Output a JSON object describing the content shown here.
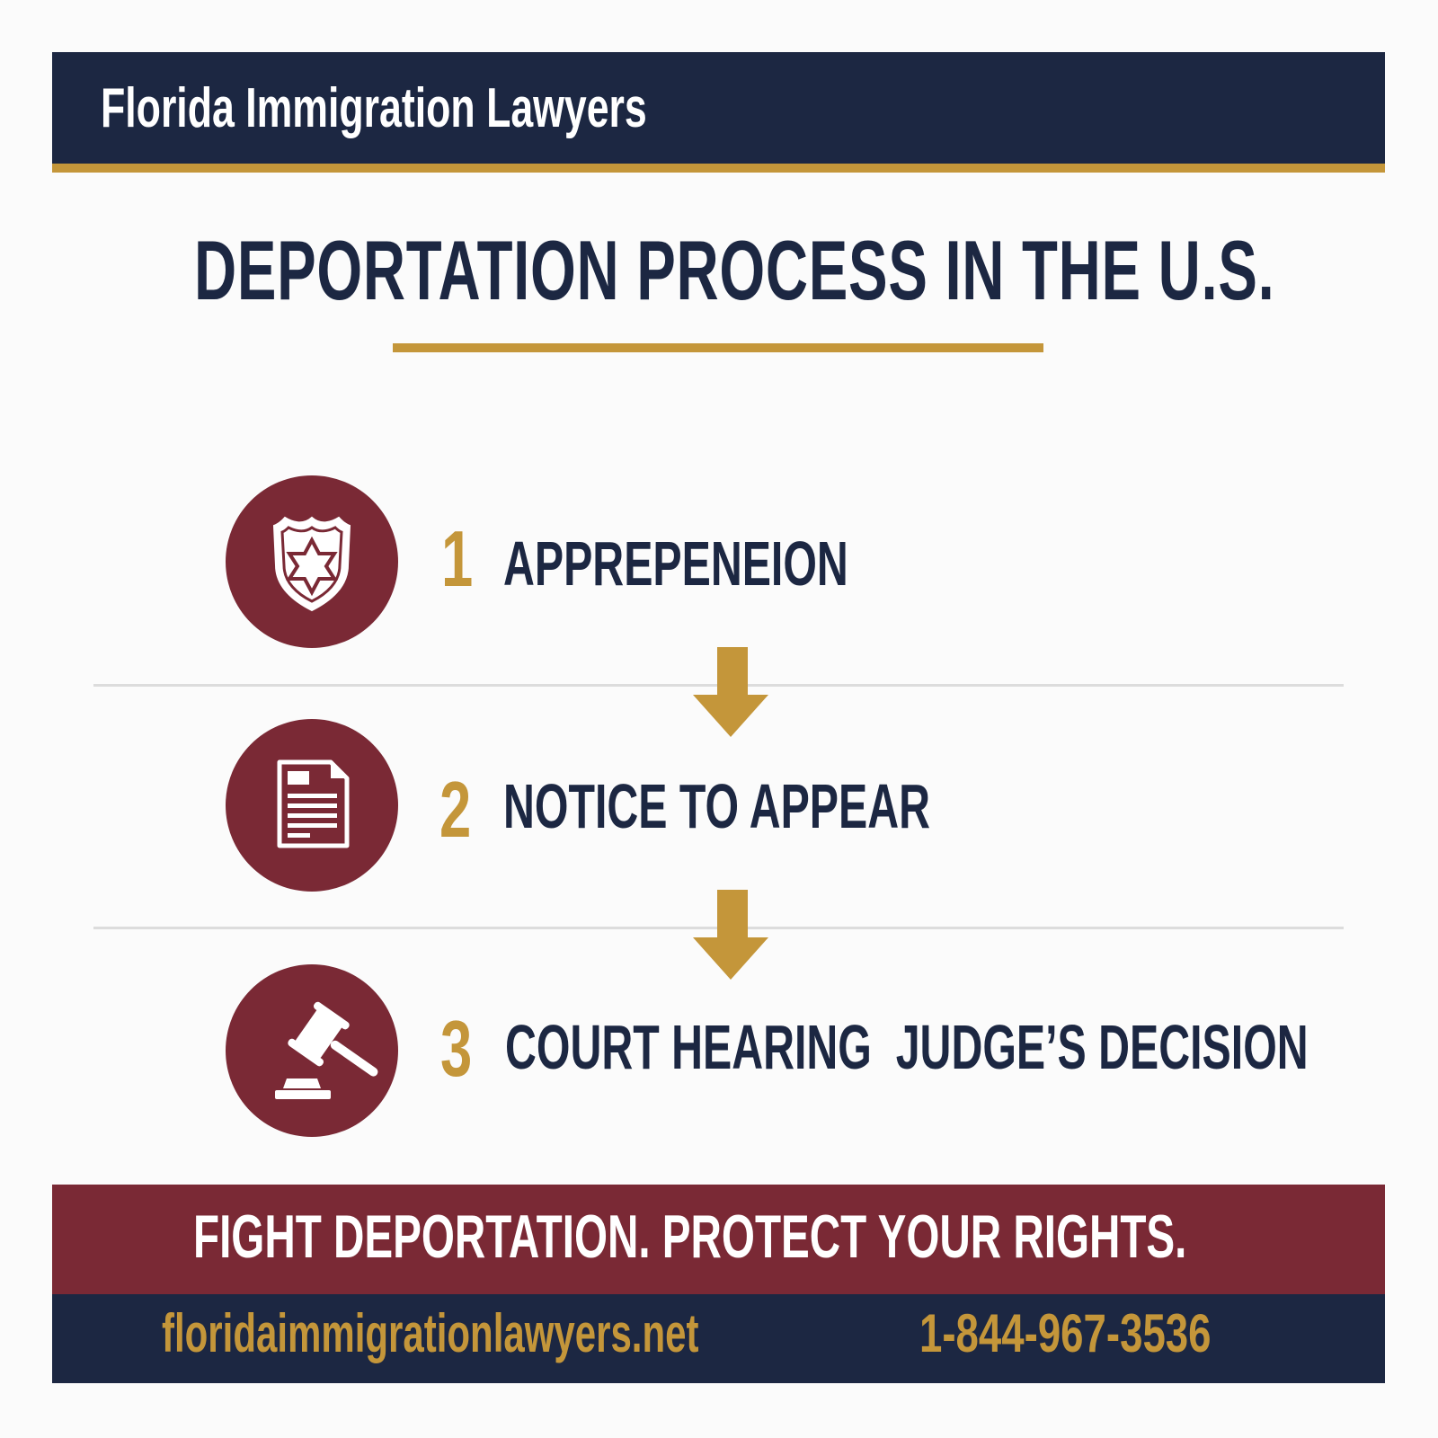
{
  "header": {
    "brand": "Florida Immigration Lawyers"
  },
  "title": {
    "text": "DEPORTATION PROCESS IN THE U.S."
  },
  "steps": [
    {
      "number": "1",
      "label": "APPREPENEION",
      "icon": "police-badge-icon"
    },
    {
      "number": "2",
      "label": "NOTICE TO APPEAR",
      "icon": "document-icon"
    },
    {
      "number": "3",
      "label": "COURT HEARING  JUDGE’S DECISION",
      "icon": "gavel-icon"
    }
  ],
  "footer": {
    "slogan": "FIGHT DEPORTATION. PROTECT YOUR RIGHTS.",
    "website": "floridaimmigrationlawyers.net",
    "phone": "1-844-967-3536"
  },
  "colors": {
    "navy": "#1c2742",
    "maroon": "#7a2935",
    "gold": "#c4963a",
    "background": "#fbfbfb",
    "divider": "#dcdcdc"
  }
}
